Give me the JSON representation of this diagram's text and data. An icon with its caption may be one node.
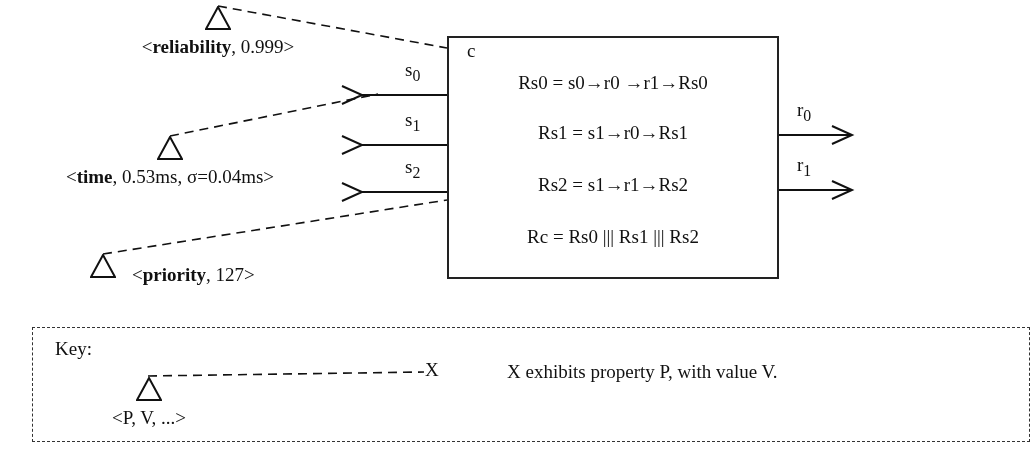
{
  "diagram": {
    "nodes": [
      {
        "text": [
          "c",
          "Rs0 = s0→r0 →r1→Rs0",
          "Rs1 = s1→r0→Rs1",
          "Rs2 = s1→r1→Rs2",
          "Rc = Rs0 ||| Rs1 ||| Rs2"
        ]
      },
      {
        "text": [
          "<**reliability**, 0.999>"
        ]
      },
      {
        "text": [
          "<**time**, 0.53ms, σ=0.04ms>"
        ]
      },
      {
        "text": [
          "<**priority**, 127>"
        ]
      },
      {
        "text": [
          "Key:",
          "X exhibits property P, with value V."
        ]
      },
      {
        "text": [
          "<P, V, ...>"
        ],
        "in": 4
      },
      {
        "text": [
          "X"
        ],
        "in": 4
      }
    ],
    "edges": [
      {
        "from": 0,
        "to": null,
        "arrow": "other",
        "label": "s$_{0}$"
      },
      {
        "from": 0,
        "to": null,
        "arrow": "other",
        "label": "s$_{1}$"
      },
      {
        "from": 0,
        "to": null,
        "arrow": "other",
        "label": "s$_{2}$"
      },
      {
        "from": 0,
        "to": null,
        "arrow": "to",
        "label": "r$_{0}$"
      },
      {
        "from": 0,
        "to": null,
        "arrow": "to",
        "label": "r$_{1}$"
      },
      {
        "from": 1,
        "to": 0,
        "arrow": "none",
        "style": "dashed"
      },
      {
        "from": 2,
        "to": null,
        "arrow": "none",
        "style": "dashed"
      },
      {
        "from": 3,
        "to": 0,
        "arrow": "none",
        "style": "dashed"
      },
      {
        "from": 5,
        "to": 6,
        "arrow": "none",
        "style": "dashed"
      }
    ]
  }
}
